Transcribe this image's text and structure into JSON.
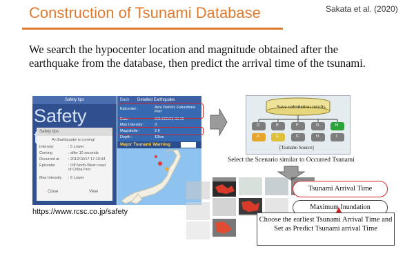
{
  "slide": {
    "title": "Construction of Tsunami Database",
    "citation": "Sakata et al. (2020)",
    "paragraph": "We search the hypocenter location and magnitude obtained after the earthquake from the database, then predict the arrival time of the tsunami.",
    "url": "https://www.rcsc.co.jp/safety",
    "accent_color": "#e07a2e",
    "highlight_color": "#d2242a"
  },
  "phone1": {
    "header": "Safety tips",
    "big_title": "Safety tips",
    "card_title": "Safety tips",
    "alert": "An Earthquake is coming!",
    "rows": [
      {
        "label": "Intensity",
        "value": ": 5 Lower"
      },
      {
        "label": "Coming",
        "value": ": after 10 seconds"
      },
      {
        "label": "Occurred at",
        "value": ": 2012/10/17 17:10:34"
      },
      {
        "label": "Epicenter",
        "value": ": Off North-West coast of Chiba Pref"
      },
      {
        "label": "Max Intensity",
        "value": ": 6 Lower"
      }
    ],
    "close": "Close",
    "view": "View"
  },
  "phone2": {
    "back": "Back",
    "header": "Detailed Earthquake",
    "rows": [
      {
        "label": "Epicenter :",
        "value": "Aizu District, Fukushima Pref"
      },
      {
        "label": "Date :",
        "value": "2014/05/25 06:32"
      },
      {
        "label": "Max Intensity :",
        "value": "3"
      },
      {
        "label": "Magnitude :",
        "value": "2.6"
      },
      {
        "label": "Depth :",
        "value": "10km"
      }
    ],
    "warning": "Major Tsunami Warning"
  },
  "diagram": {
    "save_label": "Save calculation results",
    "source_label": "[Tsunami Source]",
    "top_row": [
      "D",
      "E",
      "F",
      "G",
      "H"
    ],
    "bottom_row": [
      "A",
      "C",
      "C",
      "G",
      "I"
    ],
    "scenario_caption": "Select the Scenario similar to Occurred Tsunami"
  },
  "results": {
    "arrival_time": "Tsunami Arrival Time",
    "max_inundation": "Maximum Inundation",
    "callout": "Choose the earliest Tsunami Arrival Time and Set as Predict Tsunami arrival Time"
  }
}
